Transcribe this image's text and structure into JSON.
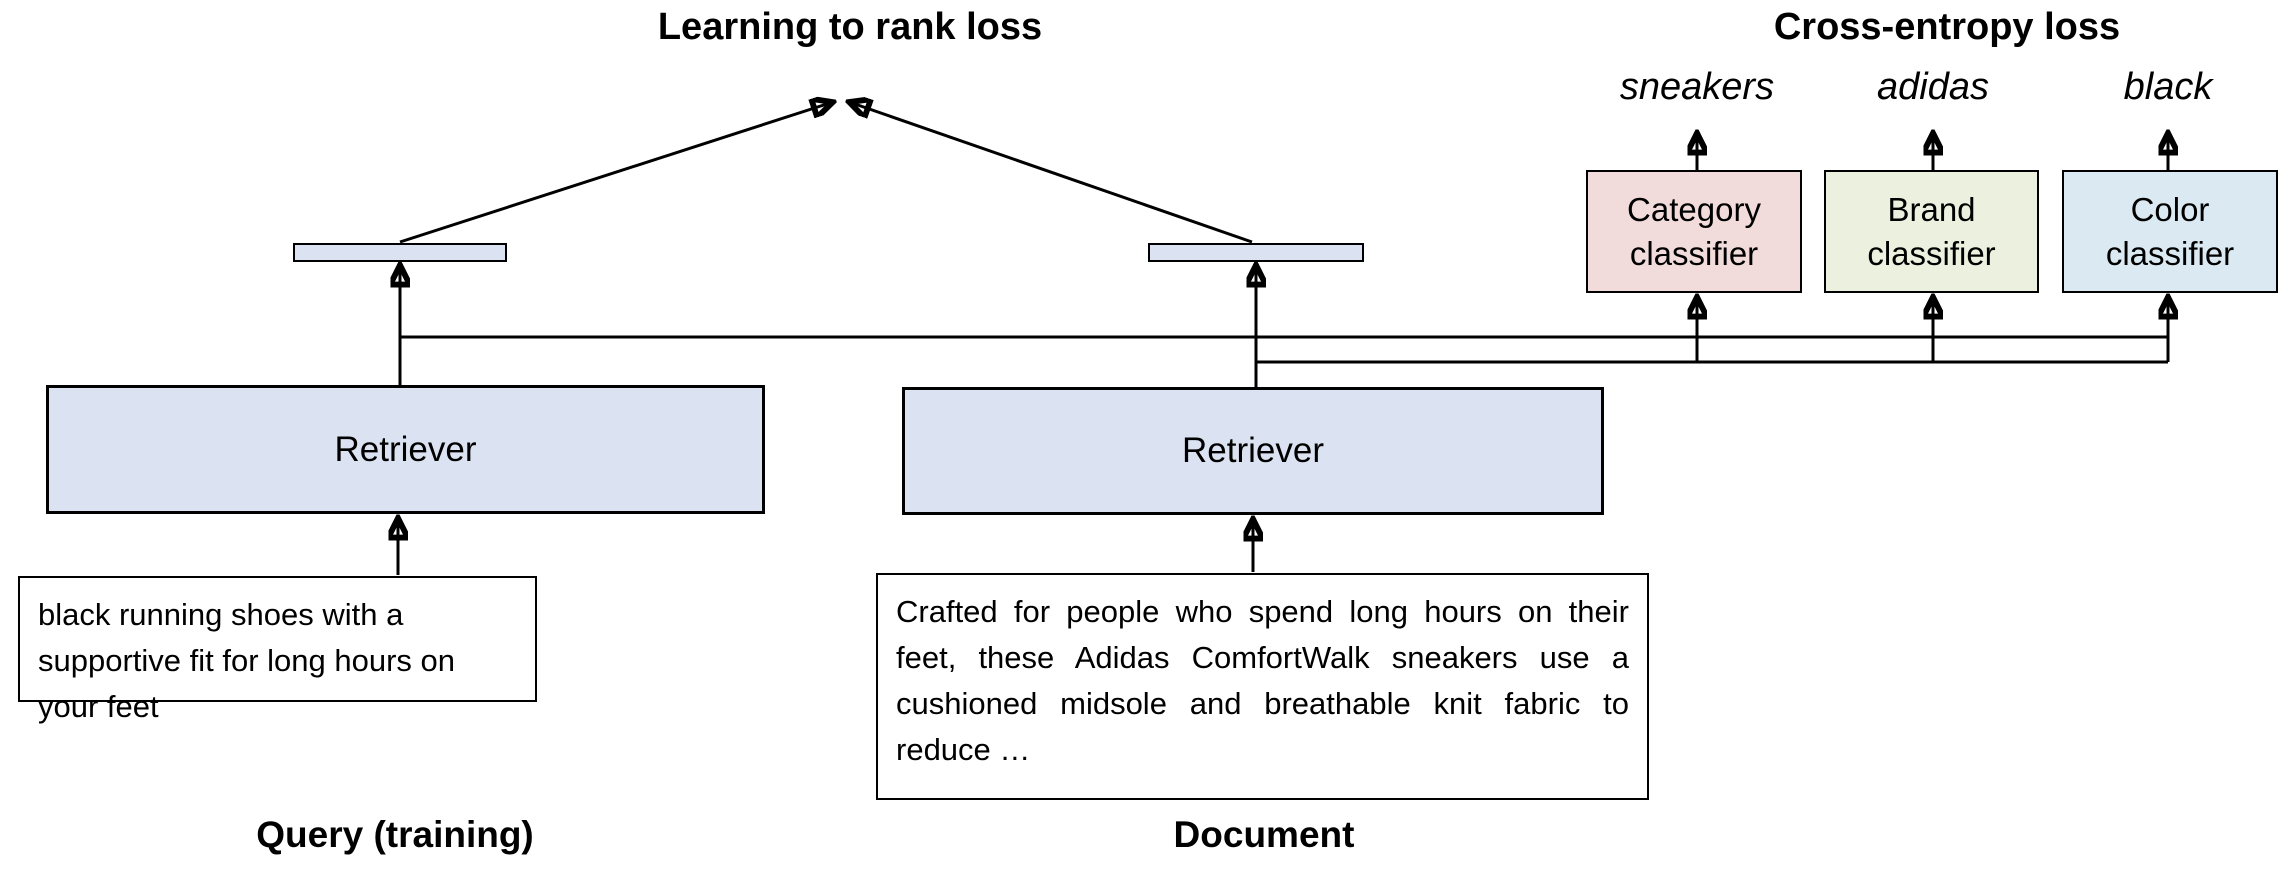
{
  "titles": {
    "rank_loss": "Learning to rank loss",
    "ce_loss": "Cross-entropy loss"
  },
  "heads": [
    {
      "label": "Category classifier",
      "prediction": "sneakers",
      "fill": "#f2dcdb"
    },
    {
      "label": "Brand classifier",
      "prediction": "adidas",
      "fill": "#ebf1de"
    },
    {
      "label": "Color classifier",
      "prediction": "black",
      "fill": "#dbeaf2"
    }
  ],
  "encoders": {
    "query_retriever": "Retriever",
    "doc_retriever": "Retriever"
  },
  "inputs": {
    "query_text": "black running shoes with a supportive fit for long hours on your feet",
    "doc_text": "Crafted for people who spend long hours on their feet, these Adidas ComfortWalk sneakers use a cushioned midsole and breathable knit fabric to reduce …"
  },
  "bottom_labels": {
    "query": "Query (training)",
    "document": "Document"
  },
  "colors": {
    "encoder_fill": "#dbe3f2",
    "category_fill": "#f2dcdb",
    "brand_fill": "#ebf1de",
    "color_fill": "#dbeaf2",
    "line": "#000000",
    "background": "#ffffff"
  }
}
